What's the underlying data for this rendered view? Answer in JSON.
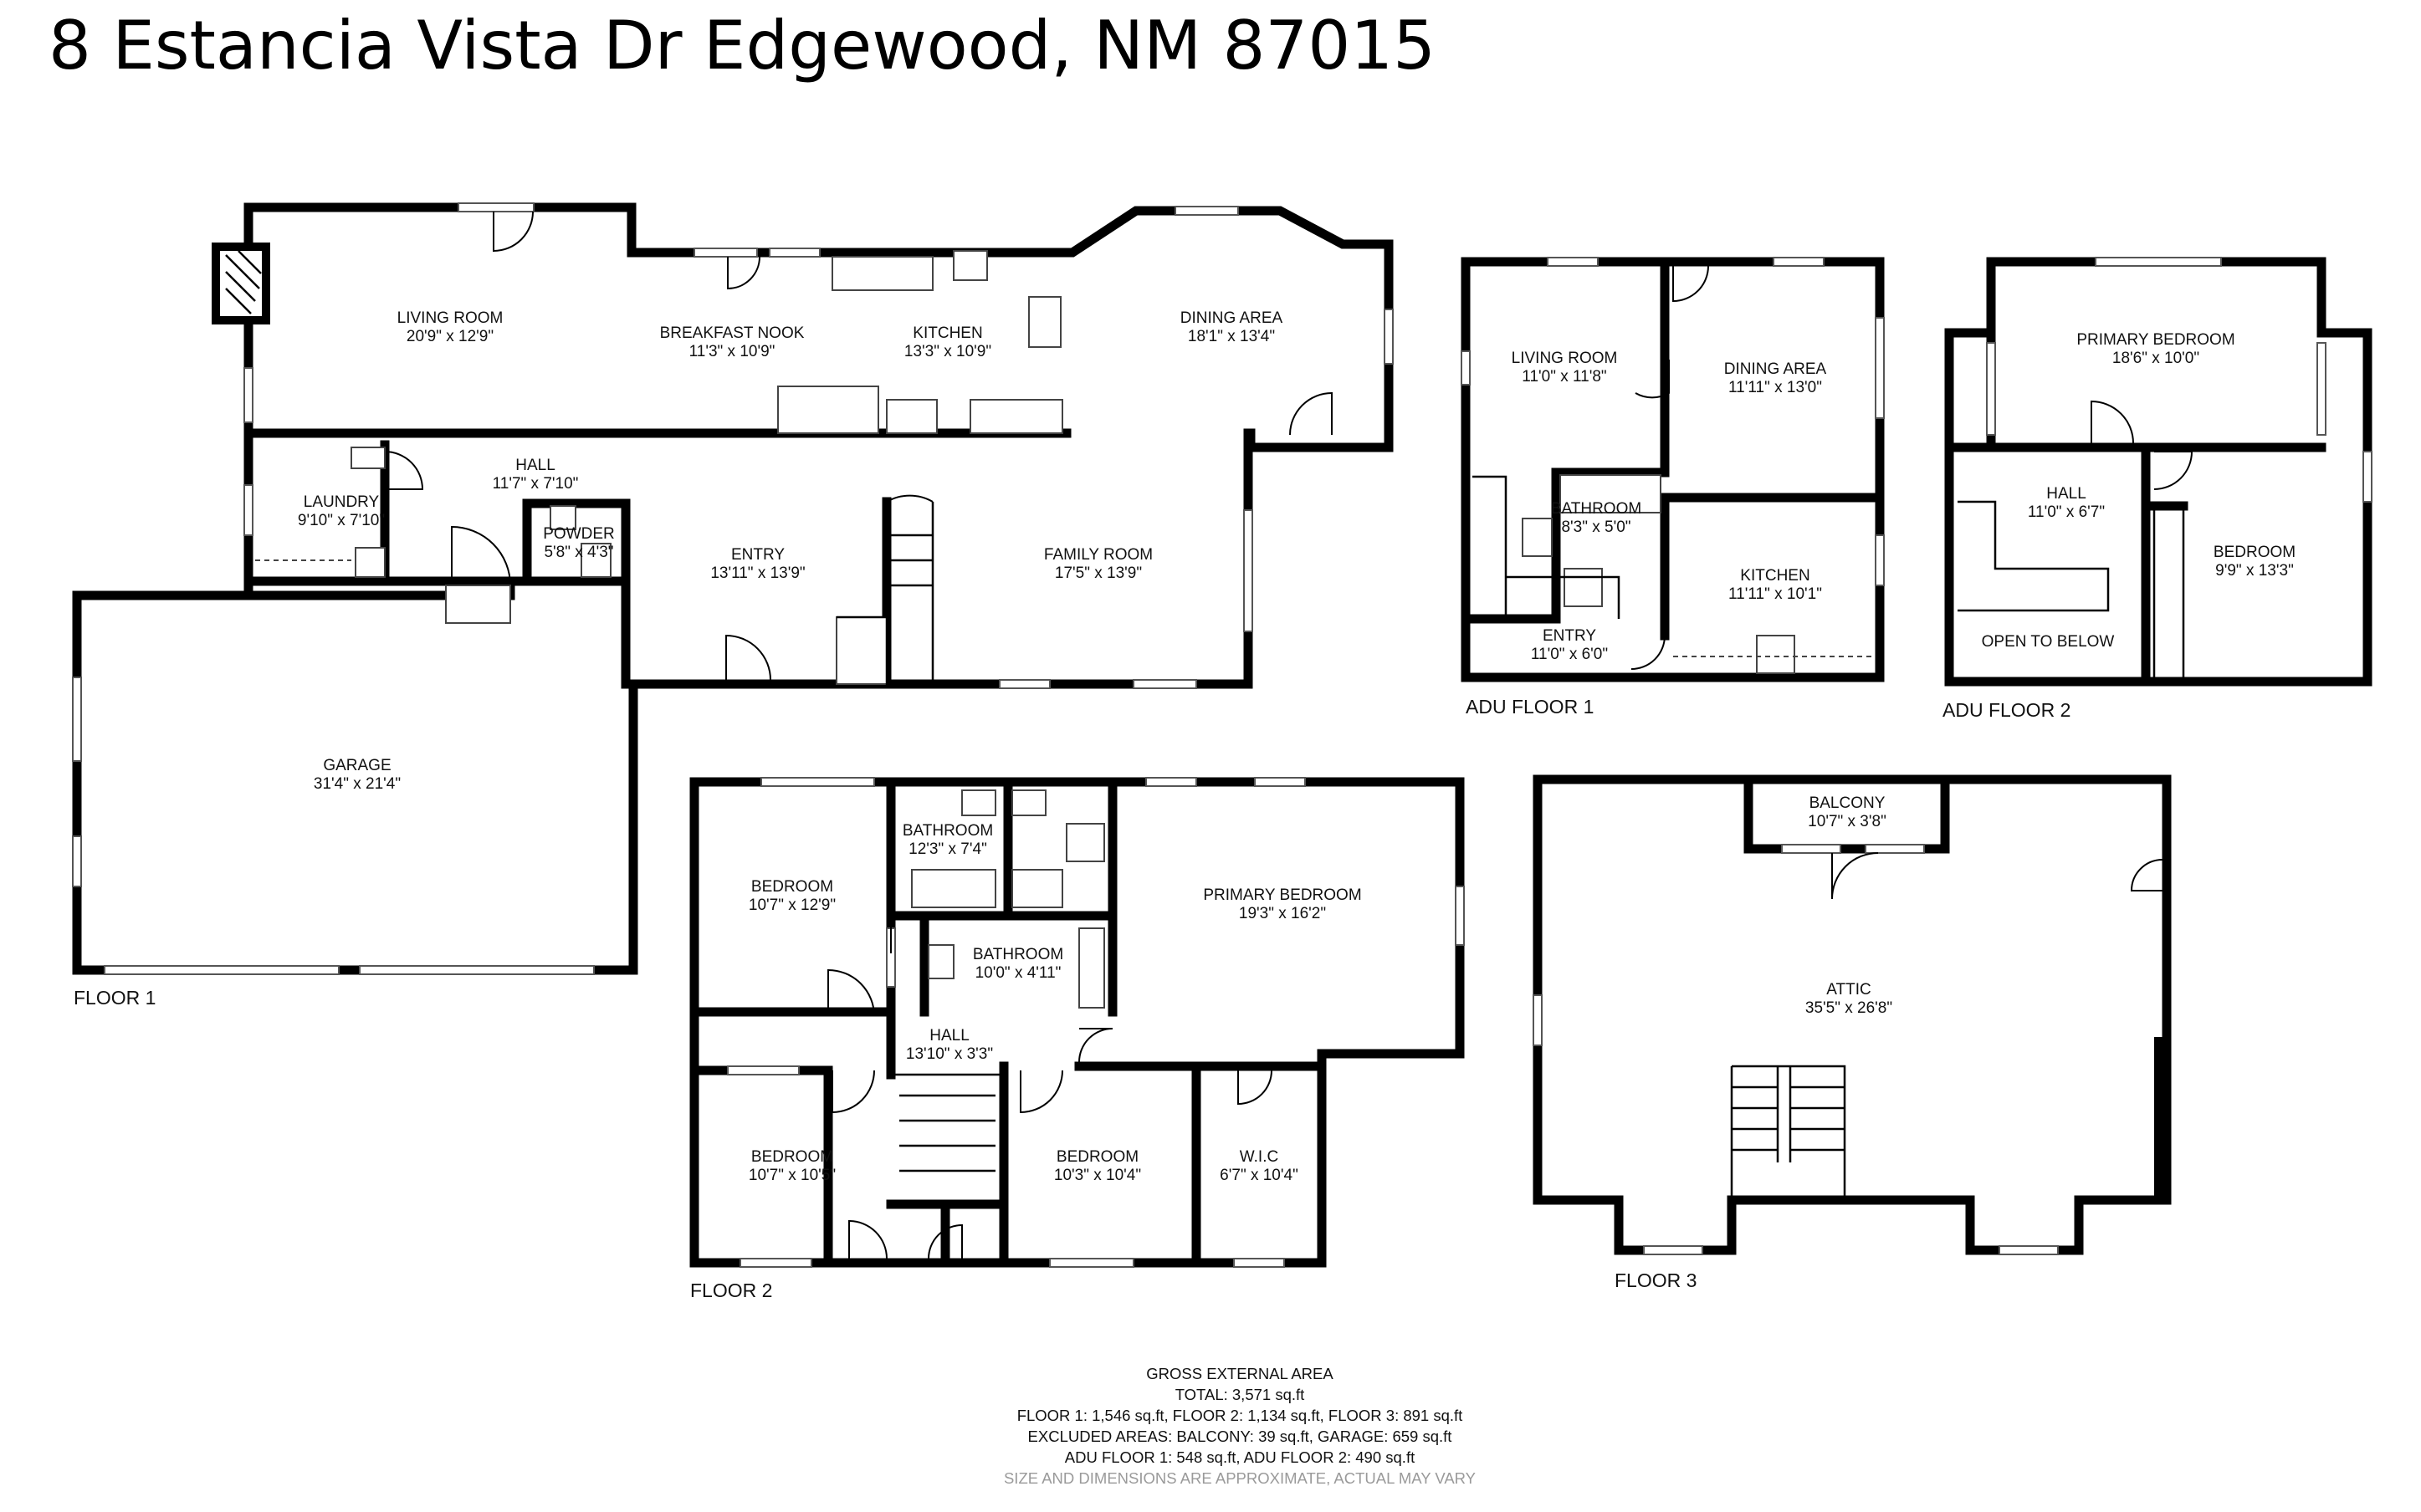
{
  "title": "8 Estancia Vista Dr Edgewood, NM 87015",
  "floors": {
    "floor1": "FLOOR 1",
    "floor2": "FLOOR 2",
    "floor3": "FLOOR 3",
    "adu1": "ADU FLOOR 1",
    "adu2": "ADU FLOOR 2"
  },
  "rooms": {
    "f1_living": {
      "name": "LIVING ROOM",
      "dims": "20'9\" x 12'9\""
    },
    "f1_breakfast": {
      "name": "BREAKFAST NOOK",
      "dims": "11'3\" x 10'9\""
    },
    "f1_kitchen": {
      "name": "KITCHEN",
      "dims": "13'3\" x 10'9\""
    },
    "f1_dining": {
      "name": "DINING AREA",
      "dims": "18'1\" x 13'4\""
    },
    "f1_laundry": {
      "name": "LAUNDRY",
      "dims": "9'10\" x 7'10\""
    },
    "f1_hall": {
      "name": "HALL",
      "dims": "11'7\" x 7'10\""
    },
    "f1_powder": {
      "name": "POWDER",
      "dims": "5'8\" x 4'3\""
    },
    "f1_entry": {
      "name": "ENTRY",
      "dims": "13'11\" x 13'9\""
    },
    "f1_family": {
      "name": "FAMILY ROOM",
      "dims": "17'5\" x 13'9\""
    },
    "f1_garage": {
      "name": "GARAGE",
      "dims": "31'4\" x 21'4\""
    },
    "f2_bed1": {
      "name": "BEDROOM",
      "dims": "10'7\" x 12'9\""
    },
    "f2_bath1": {
      "name": "BATHROOM",
      "dims": "12'3\" x 7'4\""
    },
    "f2_bath2": {
      "name": "BATHROOM",
      "dims": "10'0\" x 4'11\""
    },
    "f2_primary": {
      "name": "PRIMARY BEDROOM",
      "dims": "19'3\" x 16'2\""
    },
    "f2_hall": {
      "name": "HALL",
      "dims": "13'10\" x 3'3\""
    },
    "f2_bed2": {
      "name": "BEDROOM",
      "dims": "10'7\" x 10'5\""
    },
    "f2_bed3": {
      "name": "BEDROOM",
      "dims": "10'3\" x 10'4\""
    },
    "f2_wic": {
      "name": "W.I.C",
      "dims": "6'7\" x 10'4\""
    },
    "f3_balcony": {
      "name": "BALCONY",
      "dims": "10'7\" x 3'8\""
    },
    "f3_attic": {
      "name": "ATTIC",
      "dims": "35'5\" x 26'8\""
    },
    "a1_living": {
      "name": "LIVING ROOM",
      "dims": "11'0\" x 11'8\""
    },
    "a1_dining": {
      "name": "DINING AREA",
      "dims": "11'11\" x 13'0\""
    },
    "a1_bath": {
      "name": "BATHROOM",
      "dims": "8'3\" x 5'0\""
    },
    "a1_kitchen": {
      "name": "KITCHEN",
      "dims": "11'11\" x 10'1\""
    },
    "a1_entry": {
      "name": "ENTRY",
      "dims": "11'0\" x 6'0\""
    },
    "a2_primary": {
      "name": "PRIMARY BEDROOM",
      "dims": "18'6\" x 10'0\""
    },
    "a2_hall": {
      "name": "HALL",
      "dims": "11'0\" x 6'7\""
    },
    "a2_bed": {
      "name": "BEDROOM",
      "dims": "9'9\" x 13'3\""
    },
    "a2_open": {
      "name": "OPEN TO BELOW",
      "dims": ""
    }
  },
  "summary": {
    "heading": "GROSS EXTERNAL AREA",
    "total": "TOTAL: 3,571 sq.ft",
    "floors": "FLOOR 1: 1,546 sq.ft, FLOOR 2: 1,134 sq.ft, FLOOR 3: 891 sq.ft",
    "excluded": "EXCLUDED AREAS: BALCONY: 39 sq.ft, GARAGE: 659 sq.ft",
    "adu": "ADU FLOOR 1: 548 sq.ft, ADU FLOOR 2: 490 sq.ft",
    "disclaimer": "SIZE AND DIMENSIONS ARE APPROXIMATE, ACTUAL MAY VARY"
  }
}
